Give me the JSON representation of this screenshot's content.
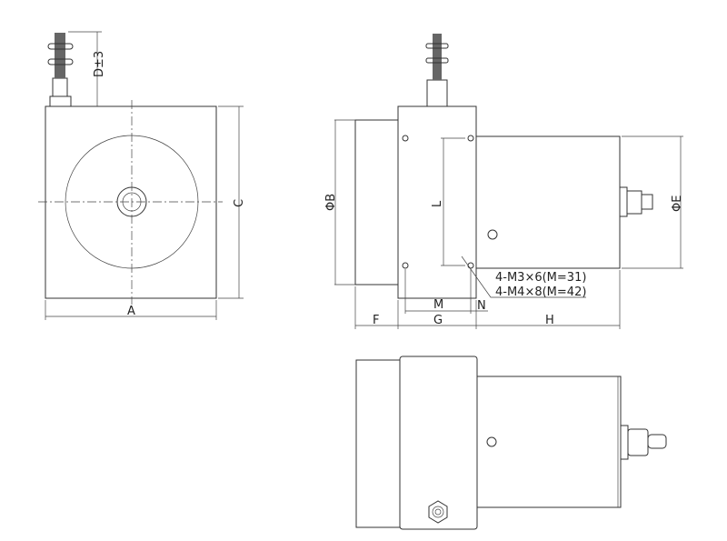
{
  "dimensions": {
    "a": "A",
    "c": "C",
    "d": "D±3",
    "b": "ΦB",
    "e": "ΦE",
    "l": "L",
    "m": "M",
    "n": "N",
    "f": "F",
    "g": "G",
    "h": "H"
  },
  "notes": {
    "thread_small": "4-M3×6(M=31)",
    "thread_large": "4-M4×8(M=42)"
  }
}
